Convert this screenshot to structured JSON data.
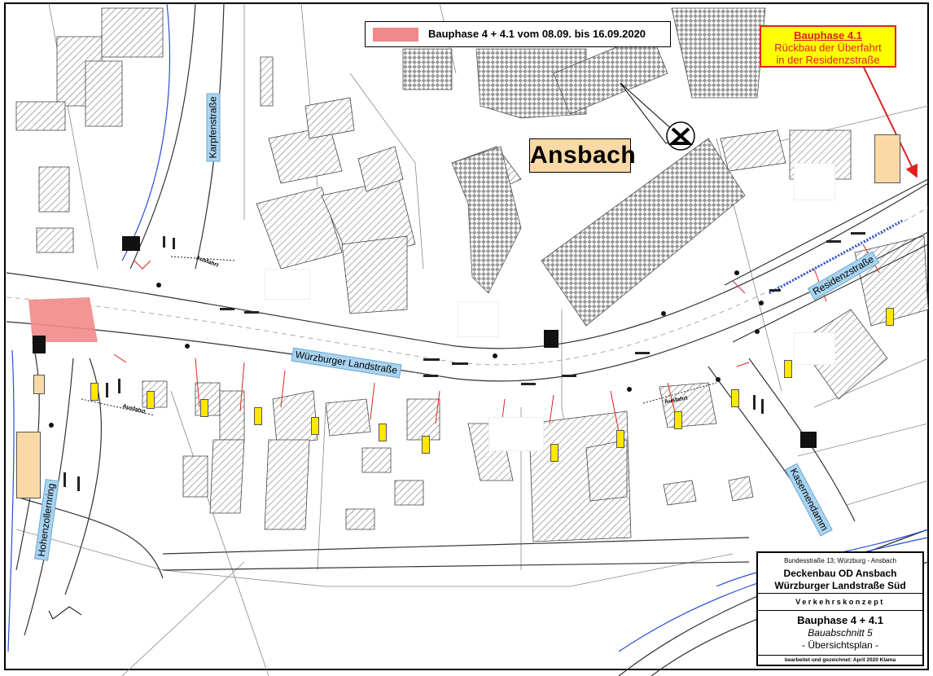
{
  "legend": {
    "swatch_color": "#f08a8a",
    "text": "Bauphase 4 + 4.1 vom 08.09. bis 16.09.2020"
  },
  "callout": {
    "title": "Bauphase 4.1",
    "line1": "Rückbau der Überfahrt",
    "line2": "in der Residenzstraße",
    "color": "#e02020",
    "background": "#ffff00"
  },
  "city": {
    "name": "Ansbach",
    "background": "#fbd9a6"
  },
  "streets": {
    "karpfenstrasse": "Karpfenstraße",
    "wuerzburger_landstrasse": "Würzburger Landstraße",
    "residenzstrasse": "Residenzstraße",
    "kasernendamm": "Kasernendamm",
    "hohenzollernring": "Hohenzollernring"
  },
  "title_block": {
    "road": "Bundesstraße 13; Würzburg - Ansbach",
    "project_line1": "Deckenbau OD Ansbach",
    "project_line2": "Würzburger Landstraße Süd",
    "concept": "Verkehrskonzept",
    "phase": "Bauphase 4 + 4.1",
    "section": "Bauabschnitt 5",
    "overview": "- Übersichtsplan -",
    "credit": "bearbeitet und gezeichnet: April 2020     Klama"
  },
  "annotations": {
    "ausfahrt_1": "Ausfahrt",
    "ausfahrt_2": "Ausfahrt",
    "ausfahrt_3": "Ausfahrt"
  },
  "colors": {
    "construction_zone": "#f08a8a",
    "street_label_bg": "#a9d4f0",
    "water_line": "#2a4fd6",
    "demolition_arrow": "#e02020"
  }
}
